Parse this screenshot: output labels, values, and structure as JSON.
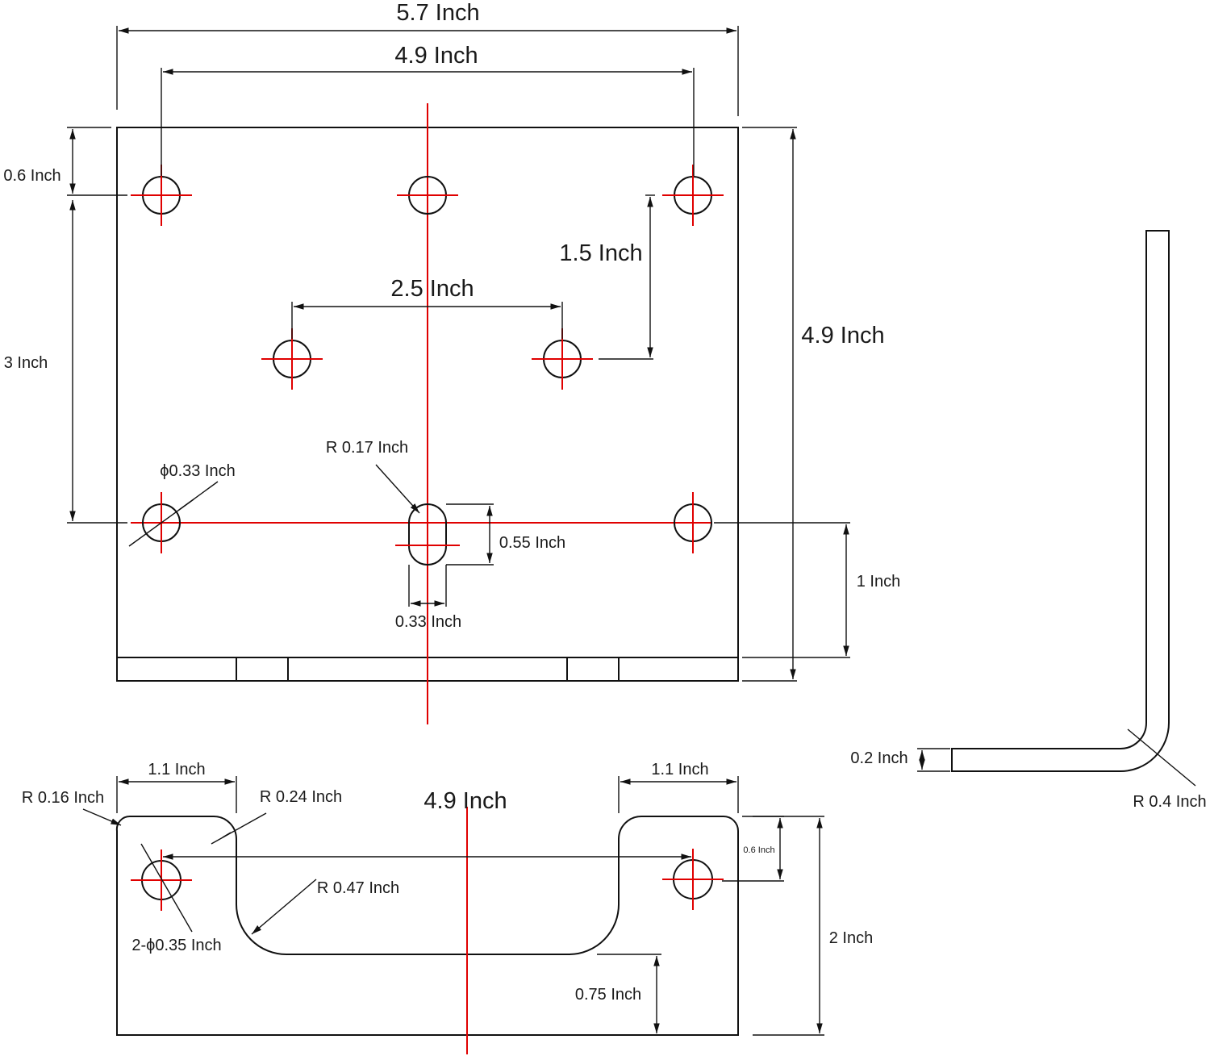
{
  "colors": {
    "outline": "#111111",
    "centerline": "#e00000",
    "text": "#1a1a1a"
  },
  "top_view": {
    "overall_width": "5.7 Inch",
    "outer_hole_spacing": "4.9 Inch",
    "height": "4.9 Inch",
    "top_hole_offset": "0.6 Inch",
    "vertical_hole_spacing": "3 Inch",
    "inner_hole_rise": "1.5 Inch",
    "inner_hole_spacing": "2.5 Inch",
    "slot_radius": "R 0.17 Inch",
    "hole_diameter": "ϕ0.33 Inch",
    "slot_length": "0.55 Inch",
    "slot_width": "0.33 Inch",
    "bottom_offset": "1 Inch"
  },
  "bottom_view": {
    "left_tab_width": "1.1 Inch",
    "right_tab_width": "1.1 Inch",
    "corner_radius": "R 0.16 Inch",
    "inner_radius": "R 0.24 Inch",
    "hole_spacing": "4.9 Inch",
    "cutout_radius": "R 0.47 Inch",
    "hole_diameter": "2-ϕ0.35 Inch",
    "hole_offset": "0.6 Inch",
    "depth": "2 Inch",
    "cutout_offset": "0.75 Inch"
  },
  "side_view": {
    "thickness": "0.2 Inch",
    "bend_radius": "R 0.4 Inch"
  }
}
